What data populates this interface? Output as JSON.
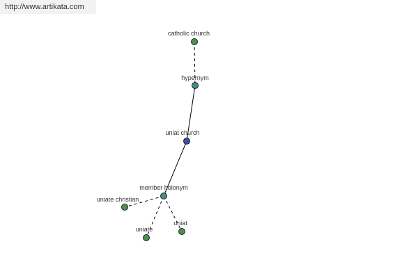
{
  "watermark": {
    "text": "http://www.artikata.com"
  },
  "colors": {
    "green_node": "#4f8f4f",
    "teal_node": "#4b8a86",
    "blue_node": "#3c4f9a",
    "edge": "#000000",
    "label": "#333333"
  },
  "graph": {
    "nodes": [
      {
        "id": "catholic-church",
        "label": "catholic church",
        "kind": "green"
      },
      {
        "id": "hypernym",
        "label": "hypernym",
        "kind": "teal"
      },
      {
        "id": "uniat-church",
        "label": "uniat church",
        "kind": "blue"
      },
      {
        "id": "member-holonym",
        "label": "member holonym",
        "kind": "teal"
      },
      {
        "id": "uniate-christian",
        "label": "uniate christian",
        "kind": "green"
      },
      {
        "id": "uniate",
        "label": "uniate",
        "kind": "green"
      },
      {
        "id": "uniat",
        "label": "uniat",
        "kind": "green"
      }
    ],
    "edges": [
      {
        "from": "catholic-church",
        "to": "hypernym",
        "style": "dashed"
      },
      {
        "from": "hypernym",
        "to": "uniat-church",
        "style": "solid"
      },
      {
        "from": "uniat-church",
        "to": "member-holonym",
        "style": "solid"
      },
      {
        "from": "member-holonym",
        "to": "uniate-christian",
        "style": "dashed"
      },
      {
        "from": "member-holonym",
        "to": "uniate",
        "style": "dashed"
      },
      {
        "from": "member-holonym",
        "to": "uniat",
        "style": "dashed"
      }
    ]
  }
}
